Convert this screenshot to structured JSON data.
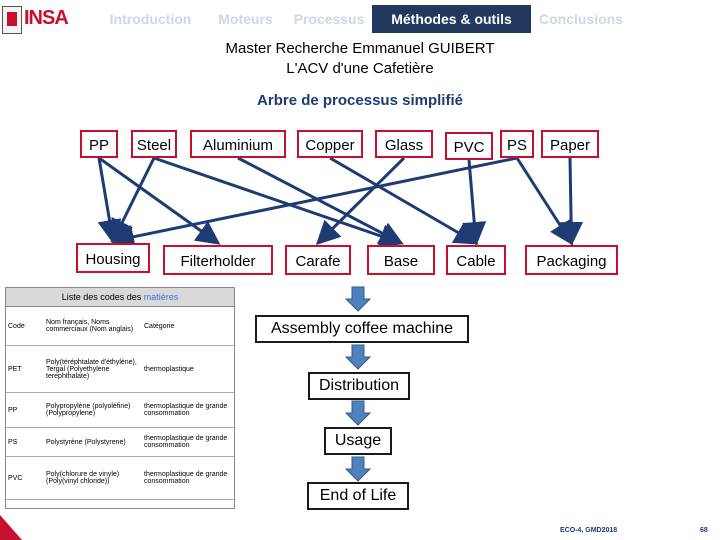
{
  "nav": {
    "tabs": [
      {
        "label": "Introduction"
      },
      {
        "label": "Moteurs"
      },
      {
        "label": "Processus"
      },
      {
        "label": "Méthodes & outils"
      },
      {
        "label": "Conclusions"
      }
    ],
    "active_index": 3
  },
  "logo": {
    "text": "INSA"
  },
  "header": {
    "line1": "Master Recherche Emmanuel GUIBERT",
    "line2": "L'ACV d'une Cafetière"
  },
  "diagram": {
    "title": "Arbre de processus simplifié",
    "materials": [
      "PP",
      "Steel",
      "Aluminium",
      "Copper",
      "Glass",
      "PVC",
      "PS",
      "Paper"
    ],
    "components": [
      "Housing",
      "Filterholder",
      "Carafe",
      "Base",
      "Cable",
      "Packaging"
    ],
    "links": [
      [
        "PP",
        "Housing"
      ],
      [
        "PP",
        "Filterholder"
      ],
      [
        "Steel",
        "Housing"
      ],
      [
        "Steel",
        "Base"
      ],
      [
        "Aluminium",
        "Base"
      ],
      [
        "Copper",
        "Cable"
      ],
      [
        "Glass",
        "Carafe"
      ],
      [
        "PVC",
        "Cable"
      ],
      [
        "PS",
        "Housing"
      ],
      [
        "PS",
        "Packaging"
      ],
      [
        "Paper",
        "Packaging"
      ]
    ],
    "process_steps": [
      "Assembly coffee machine",
      "Distribution",
      "Usage",
      "End of Life"
    ]
  },
  "codes_table": {
    "title": "Liste des codes des",
    "title_suffix": "matières",
    "headers": [
      "Code",
      "Nom français, Noms commerciaux (Nom anglais)",
      "Catégorie"
    ],
    "rows": [
      {
        "code": "PET",
        "name": "Poly(téréphtalate d'éthylène), Tergal (Polyethylene terephthalate)",
        "category": "thermoplastique"
      },
      {
        "code": "PP",
        "name": "Polypropylène (polyoléfine) (Polypropylene)",
        "category": "thermoplastique de grande consommation"
      },
      {
        "code": "PS",
        "name": "Polystyrène (Polystyrene)",
        "category": "thermoplastique de grande consommation"
      },
      {
        "code": "PVC",
        "name": "Poly(chlorure de vinyle) (Poly(vinyl chloride))",
        "category": "thermoplastique de grande consommation"
      }
    ]
  },
  "footer": {
    "left": "ECO-4, GMD2018",
    "right": "68"
  },
  "colors": {
    "accent": "#c8102e",
    "nav_active": "#23385f",
    "heading": "#1f3b73"
  }
}
